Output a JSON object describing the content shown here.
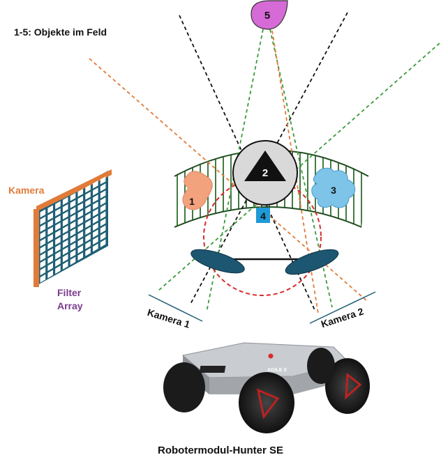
{
  "legend": "1-5: Objekte im Feld",
  "camera_label": "Kamera",
  "filter_label": "Filter Array",
  "camera1_label": "Kamera 1",
  "camera2_label": "Kamera 2",
  "objects": [
    "1",
    "2",
    "3",
    "4",
    "5"
  ],
  "caption": "Robotermodul-Hunter SE",
  "robot_brand": "AGILE X",
  "colors": {
    "filter_grid": "#1f5f75",
    "camera_frame": "#e07b39",
    "lens": "#1d5670",
    "field_stripes": "#2e6b2e",
    "ray_black": "#111111",
    "ray_green": "#3c9a3c",
    "ray_orange": "#e07b39",
    "overlap_circle": "#d92b2b",
    "object1": "#f2a27c",
    "object2_bg": "#d9d9d9",
    "object3": "#7ec3e8",
    "object4": "#1e9ad6",
    "object5": "#d66ad6",
    "filter_text": "#7a3b8e"
  }
}
